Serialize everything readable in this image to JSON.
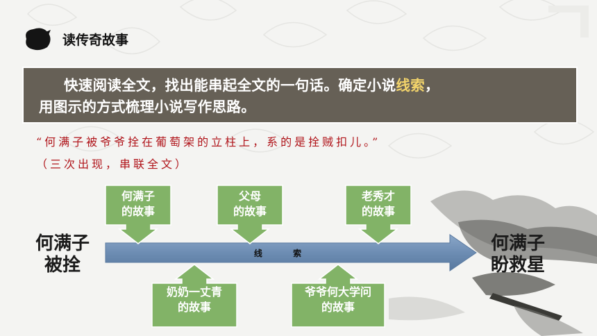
{
  "section": {
    "title": "读传奇故事"
  },
  "task": {
    "line1_before": "快速阅读全文，找出能串起全文的一句话。确定小说",
    "line1_highlight": "线索",
    "line1_after": "，",
    "line2": "用图示的方式梳理小说写作思路。"
  },
  "quote": {
    "line1": "“何满子被爷爷拴在葡萄架的立柱上，系的是拴贼扣儿。”",
    "line2": "（三次出现，串联全文）"
  },
  "diagram": {
    "start": {
      "line1": "何满子",
      "line2": "被拴"
    },
    "end": {
      "line1": "何满子",
      "line2": "盼救星"
    },
    "arrow_label": "线 索",
    "top_boxes": [
      {
        "line1": "何满子",
        "line2": "的故事"
      },
      {
        "line1": "父母",
        "line2": "的故事"
      },
      {
        "line1": "老秀才",
        "line2": "的故事"
      }
    ],
    "bottom_boxes": [
      {
        "line1": "奶奶一丈青",
        "line2": "的故事"
      },
      {
        "line1": "爷爷何大学问",
        "line2": "的故事"
      }
    ]
  },
  "colors": {
    "task_bg": "#666056",
    "highlight": "#f3d46b",
    "quote_red": "#b0141a",
    "callout_green": "#82b367",
    "arrow_fill": "#6d8db3"
  }
}
